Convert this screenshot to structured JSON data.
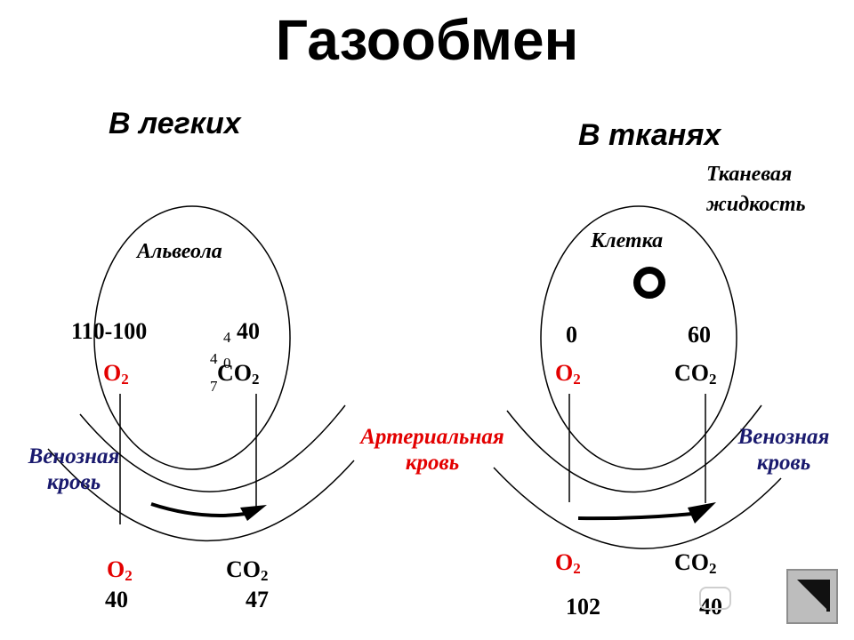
{
  "title": "Газообмен",
  "lungs": {
    "heading": "В легких",
    "alveola_label": "Альвеола",
    "alveola_o2_value": "110-100",
    "alveola_co2_value": "40",
    "stacked_digits": [
      "4",
      "4",
      "0",
      "7"
    ],
    "top_o2": "O",
    "top_co2": "CO",
    "venous_blood": [
      "Венозная",
      "кровь"
    ],
    "bottom_o2": "O",
    "bottom_co2": "CO",
    "bottom_o2_value": "40",
    "bottom_co2_value": "47",
    "subscript": "2"
  },
  "center": {
    "arterial_blood": [
      "Артериальная",
      "кровь"
    ]
  },
  "tissues": {
    "heading": "В тканях",
    "tissue_fluid": [
      "Тканевая",
      "жидкость"
    ],
    "cell_label": "Клетка",
    "cell_o2_value": "0",
    "cell_co2_value": "60",
    "top_o2": "O",
    "top_co2": "CO",
    "venous_blood": [
      "Венозная",
      "кровь"
    ],
    "bottom_o2": "O",
    "bottom_co2": "CO",
    "bottom_o2_value": "102",
    "bottom_co2_value": "40",
    "subscript": "2"
  },
  "colors": {
    "oxygen": "#e30000",
    "venous_label": "#1a1a6e",
    "arterial_label": "#e30000"
  },
  "icons": {
    "nav_button": "last-slide-icon",
    "cell_nucleus": "nucleus-icon"
  }
}
